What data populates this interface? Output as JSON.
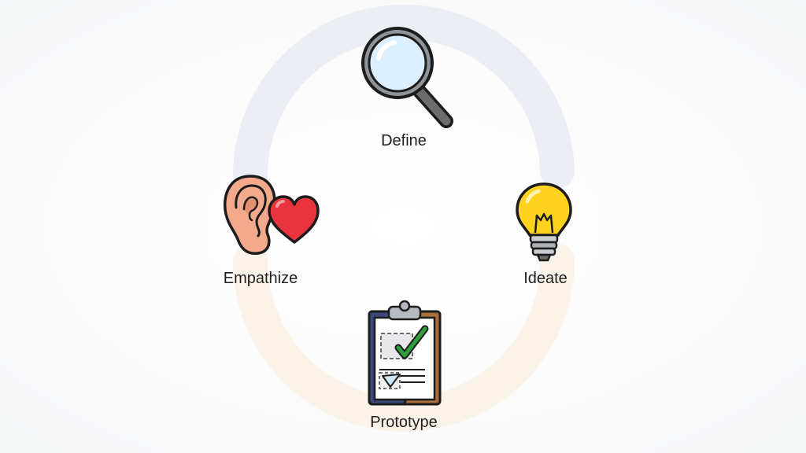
{
  "diagram": {
    "stages": [
      {
        "key": "define",
        "label": "Define",
        "icon": "magnifying-glass-icon"
      },
      {
        "key": "ideate",
        "label": "Ideate",
        "icon": "lightbulb-icon"
      },
      {
        "key": "prototype",
        "label": "Prototype",
        "icon": "clipboard-checklist-icon"
      },
      {
        "key": "empathize",
        "label": "Empathize",
        "icon": "ear-heart-icon"
      }
    ],
    "colors": {
      "ring_top": "#e9edf4",
      "ring_bottom": "#fbf2e6",
      "heart": "#e8343f",
      "bulb": "#ffd21f",
      "ear": "#f2a98c",
      "check": "#2e9e3a",
      "outline": "#1c1c1c"
    }
  }
}
